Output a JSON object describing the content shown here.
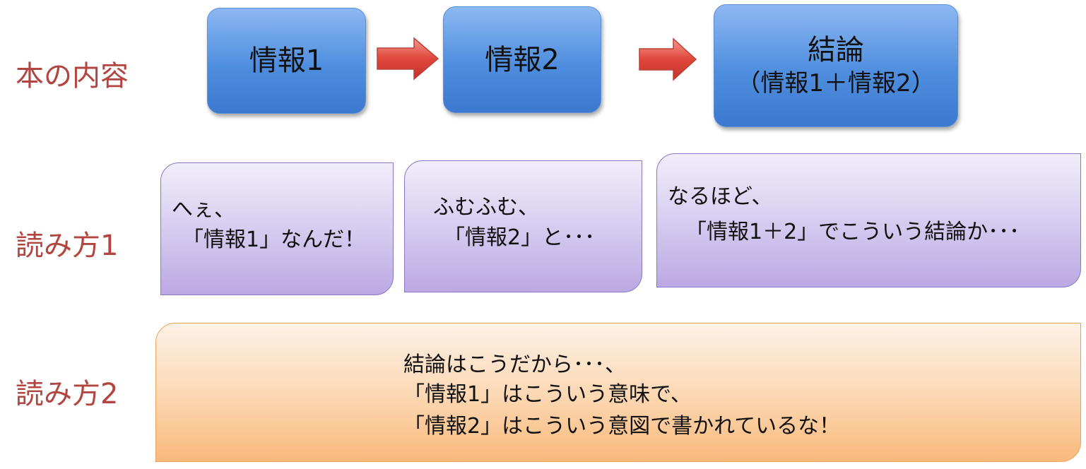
{
  "rows": {
    "content_label": "本の内容",
    "reading1_label": "読み方1",
    "reading2_label": "読み方2"
  },
  "content_boxes": {
    "info1": "情報1",
    "info2": "情報2",
    "conclusion_title": "結論",
    "conclusion_sub": "（情報1＋情報2）"
  },
  "reading1": {
    "box1": {
      "line1": "へぇ、",
      "line2": "「情報1」なんだ！"
    },
    "box2": {
      "line1": "ふむふむ、",
      "line2": "「情報2」と･･･"
    },
    "box3": {
      "line1": "なるほど、",
      "line2": "「情報1＋2」でこういう結論か･･･"
    }
  },
  "reading2": {
    "line1": "結論はこうだから･･･、",
    "line2": "「情報1」はこういう意味で、",
    "line3": "「情報2」はこういう意図で書かれているな！"
  },
  "colors": {
    "label_red": "#b2453f",
    "box_blue": "#4f8ede",
    "arrow_red": "#e0463b",
    "box_purple": "#d9d0f1",
    "box_orange": "#fcd9b6"
  }
}
